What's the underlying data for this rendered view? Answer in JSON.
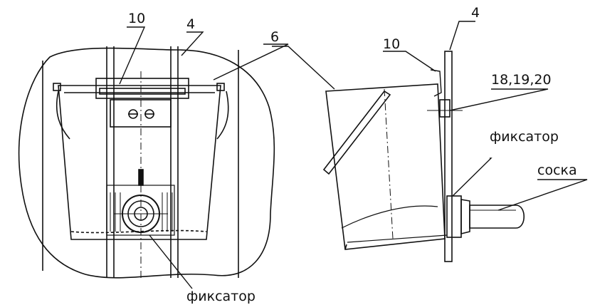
{
  "labels": {
    "part_10_left": "10",
    "part_4_left": "4",
    "part_6": "6",
    "part_4_right": "4",
    "part_10_right": "10",
    "parts_18_19_20": "18,19,20",
    "fixator_right": "фиксатор",
    "nipple": "соска",
    "fixator_bottom": "фиксатор"
  },
  "colors": {
    "line": "#111111",
    "background": "#ffffff"
  }
}
